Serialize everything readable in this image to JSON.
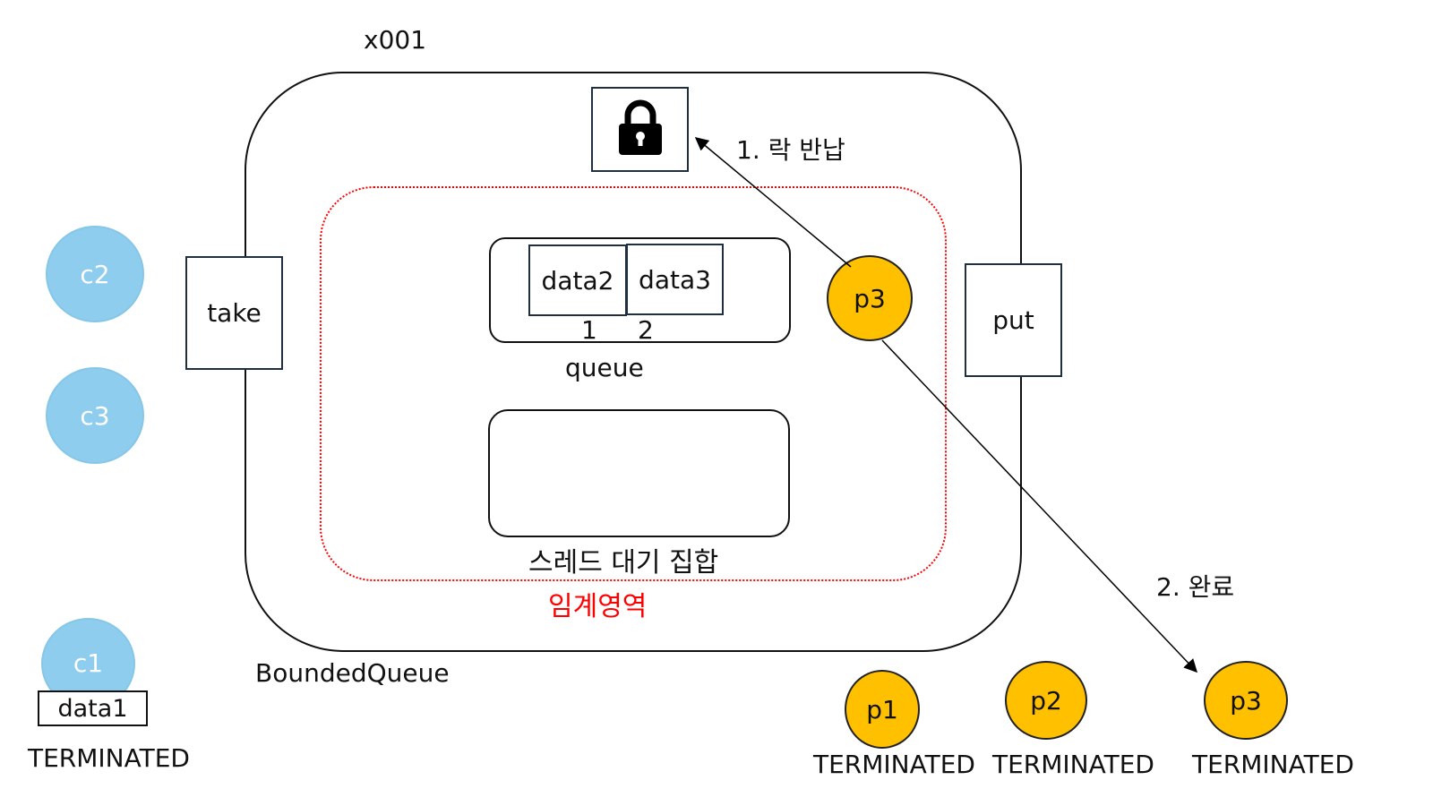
{
  "title": "x001",
  "monitor_label": "BoundedQueue",
  "methods": {
    "take": "take",
    "put": "put"
  },
  "critical_section_label": "임계영역",
  "queue": {
    "label": "queue",
    "items": [
      {
        "value": "data2",
        "index": "1"
      },
      {
        "value": "data3",
        "index": "2"
      }
    ]
  },
  "wait_set_label": "스레드 대기 집합",
  "steps": {
    "step1": "1. 락 반납",
    "step2": "2. 완료"
  },
  "consumers": {
    "c1": "c1",
    "c2": "c2",
    "c3": "c3",
    "c1_data": "data1",
    "c1_state": "TERMINATED"
  },
  "producers": {
    "p3_inside": "p3",
    "p1": "p1",
    "p2": "p2",
    "p3": "p3",
    "p1_state": "TERMINATED",
    "p2_state": "TERMINATED",
    "p3_state": "TERMINATED"
  },
  "icons": {
    "lock": "lock-icon"
  },
  "colors": {
    "critical_border": "#ff0000",
    "consumer": "#8ecdee",
    "producer": "#ffc000"
  }
}
